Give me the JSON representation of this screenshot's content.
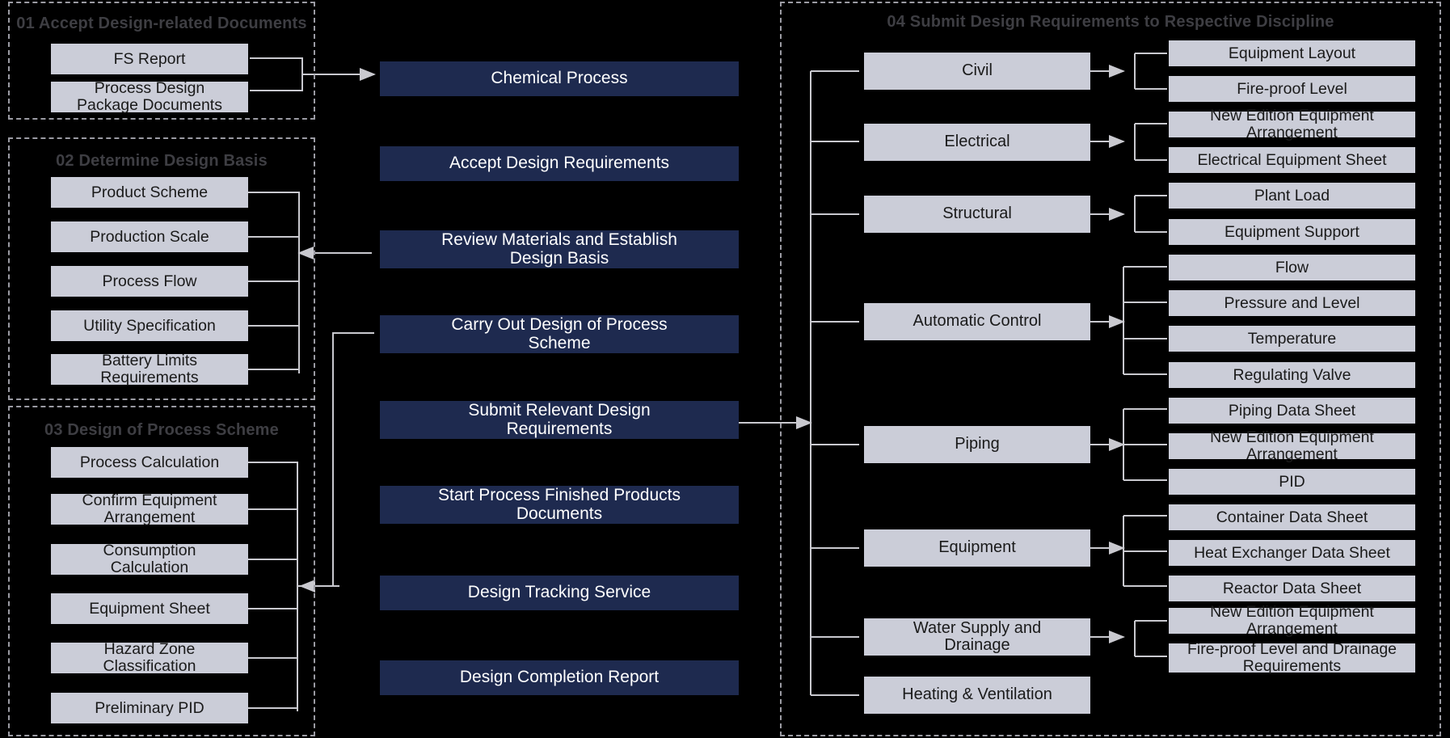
{
  "colors": {
    "background": "#000000",
    "light_box": "#cbcdd8",
    "dark_box": "#1e2a4f",
    "frame_dash": "#9b9ba3",
    "group_title": "#3e3e43",
    "wire": "#c9c9cf"
  },
  "groups": [
    {
      "id": "g01",
      "title": "01 Accept Design-related Documents"
    },
    {
      "id": "g02",
      "title": "02 Determine Design Basis"
    },
    {
      "id": "g03",
      "title": "03 Design of Process Scheme"
    },
    {
      "id": "g04",
      "title": "04 Submit Design Requirements to Respective Discipline"
    }
  ],
  "group01_items": [
    {
      "label": "FS Report"
    },
    {
      "label": "Process Design\nPackage Documents"
    }
  ],
  "group02_items": [
    {
      "label": "Product  Scheme"
    },
    {
      "label": "Production Scale"
    },
    {
      "label": "Process Flow"
    },
    {
      "label": "Utility Specification"
    },
    {
      "label": "Battery Limits\nRequirements"
    }
  ],
  "group03_items": [
    {
      "label": "Process Calculation"
    },
    {
      "label": "Confirm Equipment\nArrangement"
    },
    {
      "label": "Consumption\nCalculation"
    },
    {
      "label": "Equipment Sheet"
    },
    {
      "label": "Hazard Zone\nClassification"
    },
    {
      "label": "Preliminary PID"
    }
  ],
  "center_steps": [
    {
      "label": "Chemical Process"
    },
    {
      "label": "Accept Design Requirements"
    },
    {
      "label": "Review Materials and Establish\nDesign Basis"
    },
    {
      "label": "Carry Out Design of Process\nScheme"
    },
    {
      "label": "Submit Relevant Design\nRequirements"
    },
    {
      "label": "Start Process Finished Products\nDocuments"
    },
    {
      "label": "Design Tracking Service"
    },
    {
      "label": "Design Completion Report"
    }
  ],
  "disciplines": [
    {
      "label": "Civil"
    },
    {
      "label": "Electrical"
    },
    {
      "label": "Structural"
    },
    {
      "label": "Automatic Control"
    },
    {
      "label": "Piping"
    },
    {
      "label": "Equipment"
    },
    {
      "label": "Water Supply and\nDrainage"
    },
    {
      "label": "Heating & Ventilation"
    }
  ],
  "deliverables": [
    {
      "label": "Equipment Layout"
    },
    {
      "label": "Fire-proof Level"
    },
    {
      "label": "New Edition Equipment\nArrangement"
    },
    {
      "label": "Electrical Equipment Sheet"
    },
    {
      "label": "Plant Load"
    },
    {
      "label": "Equipment Support"
    },
    {
      "label": "Flow"
    },
    {
      "label": "Pressure and Level"
    },
    {
      "label": "Temperature"
    },
    {
      "label": "Regulating Valve"
    },
    {
      "label": "Piping Data Sheet"
    },
    {
      "label": "New Edition Equipment\nArrangement"
    },
    {
      "label": "PID"
    },
    {
      "label": "Container Data Sheet"
    },
    {
      "label": "Heat Exchanger Data Sheet"
    },
    {
      "label": "Reactor Data Sheet"
    },
    {
      "label": "New Edition Equipment\nArrangement"
    },
    {
      "label": "Fire-proof Level and Drainage\nRequirements"
    }
  ]
}
